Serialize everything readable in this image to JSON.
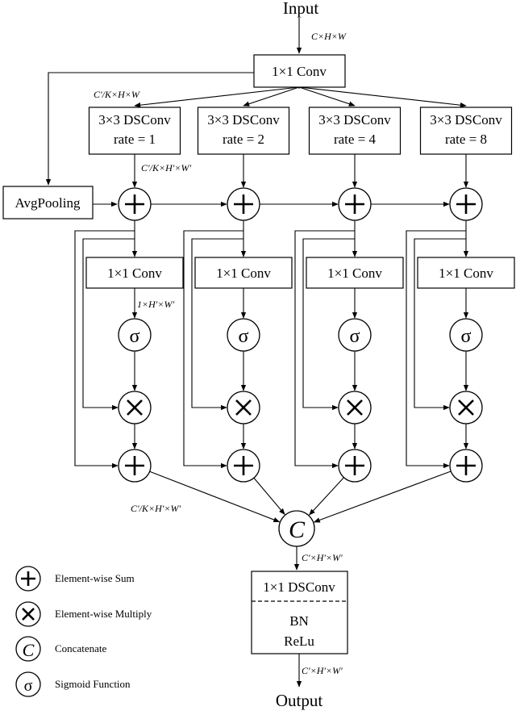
{
  "io": {
    "input": "Input",
    "output": "Output"
  },
  "boxes": {
    "top_conv": "1×1 Conv",
    "avgpool": "AvgPooling",
    "dsconv_name": "3×3 DSConv",
    "branch_rates": [
      "rate = 1",
      "rate = 2",
      "rate = 4",
      "rate = 8"
    ],
    "branch_conv": "1×1 Conv",
    "final_conv": "1×1 DSConv",
    "final_bn": "BN",
    "final_relu": "ReLu"
  },
  "dims": {
    "input": "C×H×W",
    "after_conv": "C′/K×H×W",
    "after_dsconv": "C′/K×H′×W′",
    "attention": "1×H′×W′",
    "branch_out": "C′/K×H′×W′",
    "concat_out": "C′×H′×W′",
    "output": "C′×H′×W′"
  },
  "symbols": {
    "sigma": "σ",
    "concat": "C"
  },
  "legend": [
    {
      "icon": "plus-icon",
      "label": "Element-wise Sum"
    },
    {
      "icon": "times-icon",
      "label": "Element-wise Multiply"
    },
    {
      "icon": "concat-icon",
      "label": "Concatenate"
    },
    {
      "icon": "sigma-icon",
      "label": "Sigmoid Function"
    }
  ]
}
